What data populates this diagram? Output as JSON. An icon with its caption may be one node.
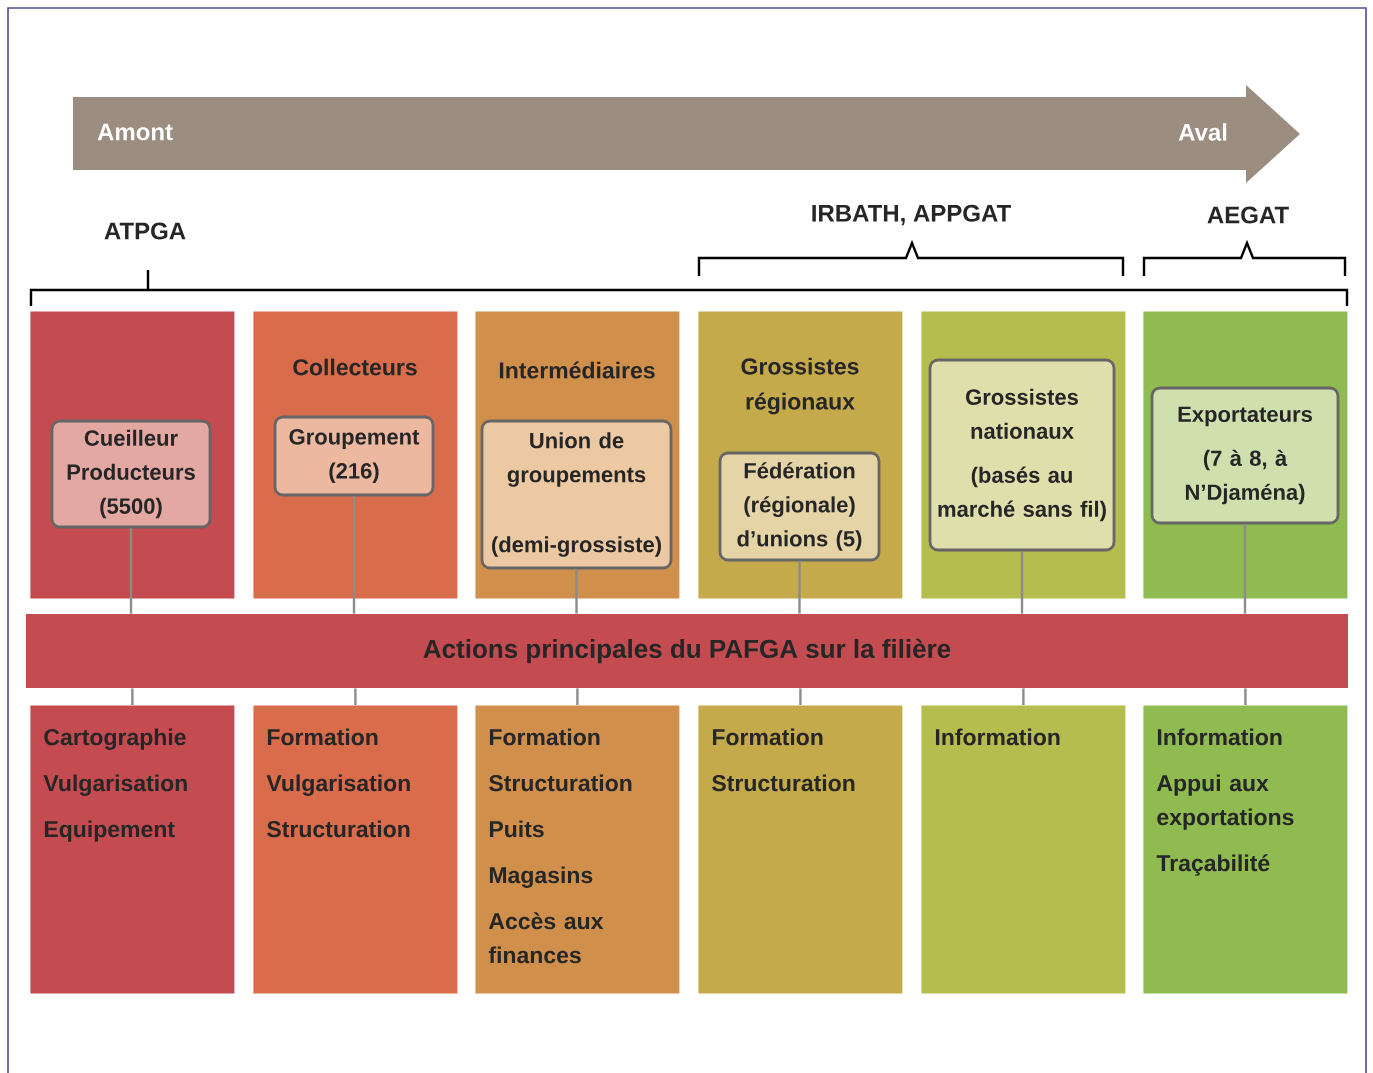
{
  "diagram": {
    "nodes": [
      {
        "text": [
          "Amont",
          "Aval"
        ]
      },
      {
        "text": [],
        "shape": "box"
      },
      {
        "text": [
          "Cueilleur Producteurs (5500)"
        ],
        "in": 1
      },
      {
        "text": [
          "Collecteurs"
        ]
      },
      {
        "text": [
          "Groupement (216)"
        ],
        "in": 3
      },
      {
        "text": [
          "Intermédiaires"
        ]
      },
      {
        "text": [
          "Union de groupements",
          "(demi-grossiste)"
        ],
        "in": 5
      },
      {
        "text": [
          "Grossistes régionaux"
        ]
      },
      {
        "text": [
          "Fédération (régionale) d’unions (5)"
        ],
        "in": 7
      },
      {
        "text": [],
        "shape": "box"
      },
      {
        "text": [
          "Grossistes nationaux",
          "(basés au marché sans fil)"
        ],
        "in": 9
      },
      {
        "text": [],
        "shape": "box"
      },
      {
        "text": [
          "Exportateurs",
          "(7 à 8, à N’Djaména)"
        ],
        "in": 11
      },
      {
        "text": [
          "Actions principales du PAFGA sur la filière"
        ]
      },
      {
        "text": [
          "Cartographie",
          "Vulgarisation",
          "Equipement"
        ]
      },
      {
        "text": [
          "Formation",
          "Vulgarisation",
          "Structuration"
        ]
      },
      {
        "text": [
          "Formation",
          "Structuration",
          "Puits",
          "Magasins",
          "Accès aux finances"
        ]
      },
      {
        "text": [
          "Formation",
          "Structuration"
        ]
      },
      {
        "text": [
          "Information"
        ]
      },
      {
        "text": [
          "Information",
          "Appui aux exportations",
          "Traçabilité"
        ]
      }
    ],
    "edges": [
      {
        "from": 2,
        "to": 13,
        "arrow": "none"
      },
      {
        "from": 13,
        "to": 14,
        "arrow": "none"
      },
      {
        "from": 4,
        "to": 13,
        "arrow": "none"
      },
      {
        "from": 13,
        "to": 15,
        "arrow": "none"
      },
      {
        "from": 6,
        "to": 13,
        "arrow": "none"
      },
      {
        "from": 13,
        "to": 16,
        "arrow": "none"
      },
      {
        "from": 8,
        "to": 13,
        "arrow": "none"
      },
      {
        "from": 13,
        "to": 17,
        "arrow": "none"
      },
      {
        "from": 10,
        "to": 13,
        "arrow": "none"
      },
      {
        "from": 13,
        "to": 18,
        "arrow": "none"
      },
      {
        "from": 12,
        "to": 13,
        "arrow": "none"
      },
      {
        "from": 13,
        "to": 19,
        "arrow": "none"
      }
    ],
    "labels": [
      "ATPGA",
      "IRBATH, APPGAT",
      "AEGAT"
    ]
  }
}
